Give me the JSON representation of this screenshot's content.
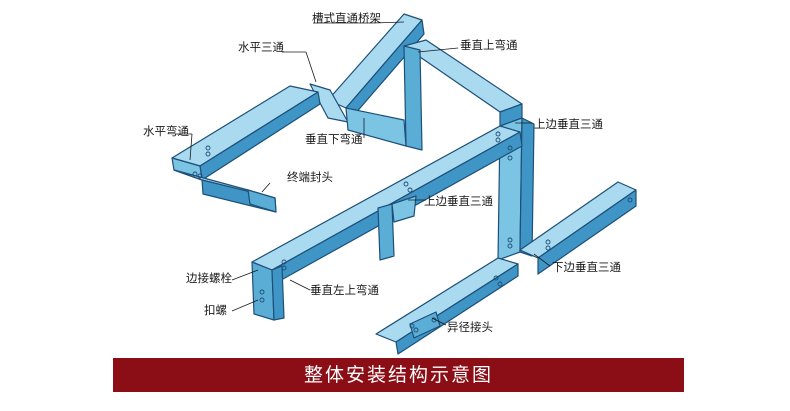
{
  "diagram": {
    "caption": "整体安装结构示意图",
    "colors": {
      "tray_face": "#7cc4e4",
      "tray_top": "#a9daf0",
      "tray_side": "#3f96c6",
      "edge": "#1d4f78",
      "caption_bg": "#8b0d16"
    },
    "labels": {
      "trough_tray": "槽式直通桥架",
      "horizontal_tee": "水平三通",
      "vertical_up_elbow": "垂直上弯通",
      "horizontal_elbow": "水平弯通",
      "vertical_down_elbow": "垂直下弯通",
      "upper_vertical_tee_1": "上边垂直三通",
      "end_cap": "终端封头",
      "upper_vertical_tee_2": "上边垂直三通",
      "side_bolt": "边接螺栓",
      "vertical_left_up_elbow": "垂直左上弯通",
      "lower_vertical_tee": "下边垂直三通",
      "clip_bolt": "扣螺",
      "reducer": "异径接头"
    }
  }
}
